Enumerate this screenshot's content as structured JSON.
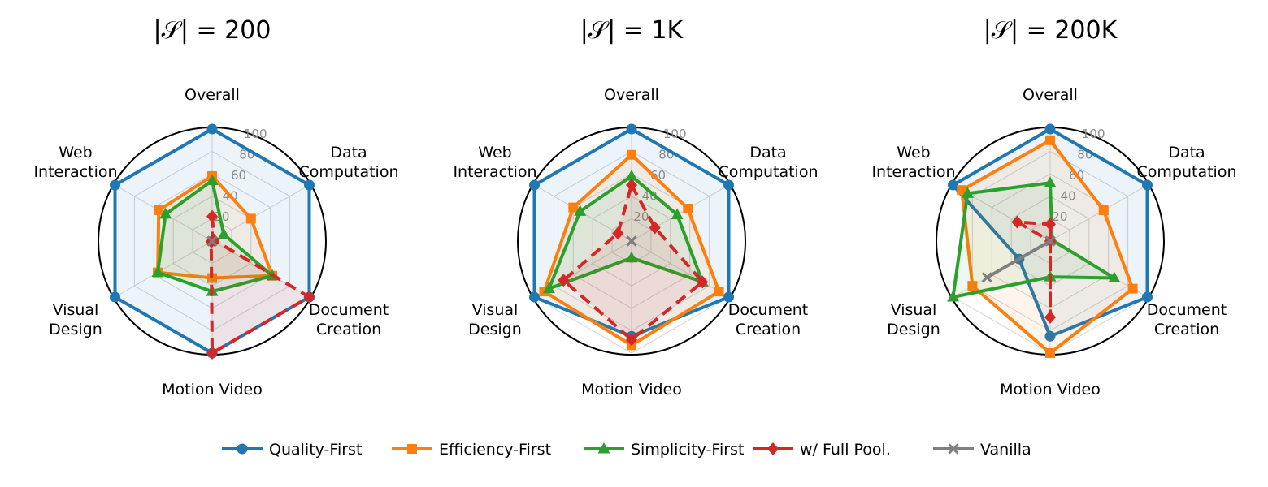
{
  "chart_data": {
    "type": "radar",
    "axes": [
      "Overall",
      "Data\nComputation",
      "Document\nCreation",
      "Motion Video",
      "Visual\nDesign",
      "Web\nInteraction"
    ],
    "rlim": [
      0,
      100
    ],
    "rticks": [
      20,
      40,
      60,
      80,
      100
    ],
    "rtick_labels": [
      "20",
      "40",
      "60",
      "80",
      "100"
    ],
    "legend_placement": "bottom-center",
    "grid": true,
    "series": [
      {
        "name": "Quality-First",
        "color": "#1f77b4",
        "marker": "circle",
        "linestyle": "solid"
      },
      {
        "name": "Efficiency-First",
        "color": "#ff7f0e",
        "marker": "square",
        "linestyle": "solid"
      },
      {
        "name": "Simplicity-First",
        "color": "#2ca02c",
        "marker": "triangle",
        "linestyle": "solid"
      },
      {
        "name": "w/ Full Pool.",
        "color": "#d62728",
        "marker": "diamond",
        "linestyle": "dashed"
      },
      {
        "name": "Vanilla",
        "color": "#7f7f7f",
        "marker": "x",
        "linestyle": "solid"
      }
    ],
    "panels": [
      {
        "title": "|𝒮| = 200",
        "values": {
          "Quality-First": [
            100,
            100,
            100,
            100,
            100,
            100
          ],
          "Efficiency-First": [
            58,
            40,
            62,
            33,
            56,
            55
          ],
          "Simplicity-First": [
            54,
            12,
            62,
            45,
            56,
            48
          ],
          "w/ Full Pool.": [
            22,
            2,
            100,
            100,
            1,
            0
          ],
          "Vanilla": [
            0,
            0,
            0,
            0,
            0,
            0
          ]
        }
      },
      {
        "title": "|𝒮| = 1K",
        "values": {
          "Quality-First": [
            100,
            100,
            100,
            85,
            100,
            100
          ],
          "Efficiency-First": [
            77,
            58,
            90,
            93,
            90,
            60
          ],
          "Simplicity-First": [
            58,
            47,
            73,
            15,
            85,
            53
          ],
          "w/ Full Pool.": [
            50,
            24,
            73,
            88,
            70,
            14
          ],
          "Vanilla": [
            0,
            0,
            0,
            0,
            0,
            0
          ]
        }
      },
      {
        "title": "|𝒮| = 200K",
        "values": {
          "Quality-First": [
            100,
            100,
            100,
            85,
            32,
            100
          ],
          "Efficiency-First": [
            90,
            55,
            85,
            100,
            80,
            91
          ],
          "Simplicity-First": [
            52,
            2,
            66,
            32,
            100,
            85
          ],
          "w/ Full Pool.": [
            15,
            0,
            0,
            68,
            0,
            34
          ],
          "Vanilla": [
            0,
            0,
            0,
            0,
            65,
            0
          ]
        }
      }
    ]
  }
}
